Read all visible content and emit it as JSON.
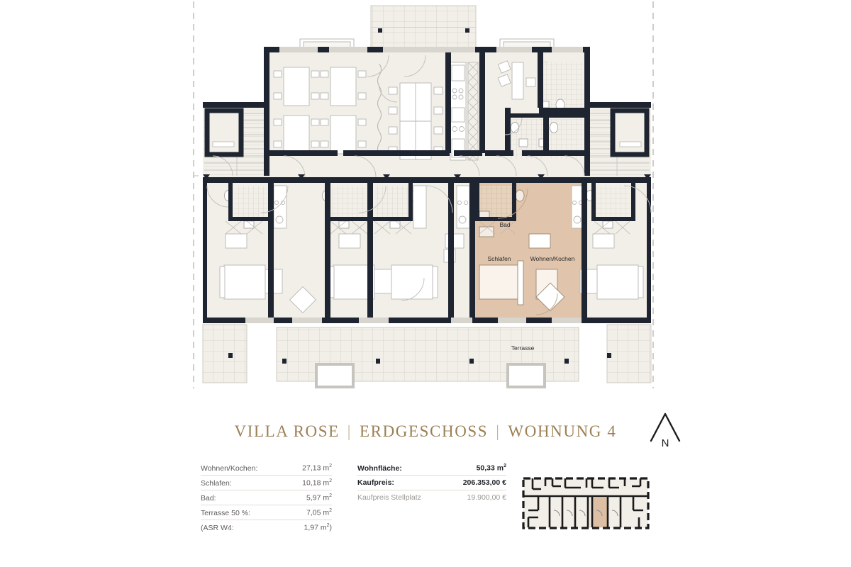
{
  "title": {
    "part1": "VILLA ROSE",
    "sep": "|",
    "part2": "ERDGESCHOSS",
    "part3": "WOHNUNG 4"
  },
  "north": {
    "label": "N",
    "icon": "north-arrow-icon"
  },
  "plan": {
    "room_labels": {
      "bad": "Bad",
      "schlafen": "Schlafen",
      "wohnen_kochen": "Wohnen/Kochen",
      "terrasse": "Terrasse"
    },
    "colors": {
      "wall": "#1E2430",
      "room_fill": "#F2EFE9",
      "highlight_fill": "#E0C4AC",
      "highlight_stroke": "#C9A98C",
      "furniture_stroke": "#B9B7B2",
      "tile_stroke": "#CFCBC2",
      "boundary": "#AFAEAC"
    }
  },
  "legend": {
    "left": [
      {
        "key": "Wohnen/Kochen:",
        "value": "27,13 m",
        "unit": "2",
        "style": "normal"
      },
      {
        "key": "Schlafen:",
        "value": "10,18 m",
        "unit": "2",
        "style": "normal"
      },
      {
        "key": "Bad:",
        "value": "5,97 m",
        "unit": "2",
        "style": "normal"
      },
      {
        "key": "Terrasse 50 %:",
        "value": "7,05 m",
        "unit": "2",
        "style": "normal"
      },
      {
        "key": "(ASR W4:",
        "value": "1,97 m",
        "unit": "2",
        "suffix": ")",
        "style": "normal"
      }
    ],
    "right": [
      {
        "key": "Wohnfläche:",
        "value": "50,33 m",
        "unit": "2",
        "style": "strong"
      },
      {
        "key": "Kaufpreis:",
        "value": "206.353,00 €",
        "unit": "",
        "style": "strong"
      },
      {
        "key": "Kaufpreis Stellplatz",
        "value": "19.900,00 €",
        "unit": "",
        "style": "muted"
      }
    ]
  },
  "minimap": {
    "name": "building-overview-thumbnail",
    "highlighted_unit": "Wohnung 4"
  }
}
